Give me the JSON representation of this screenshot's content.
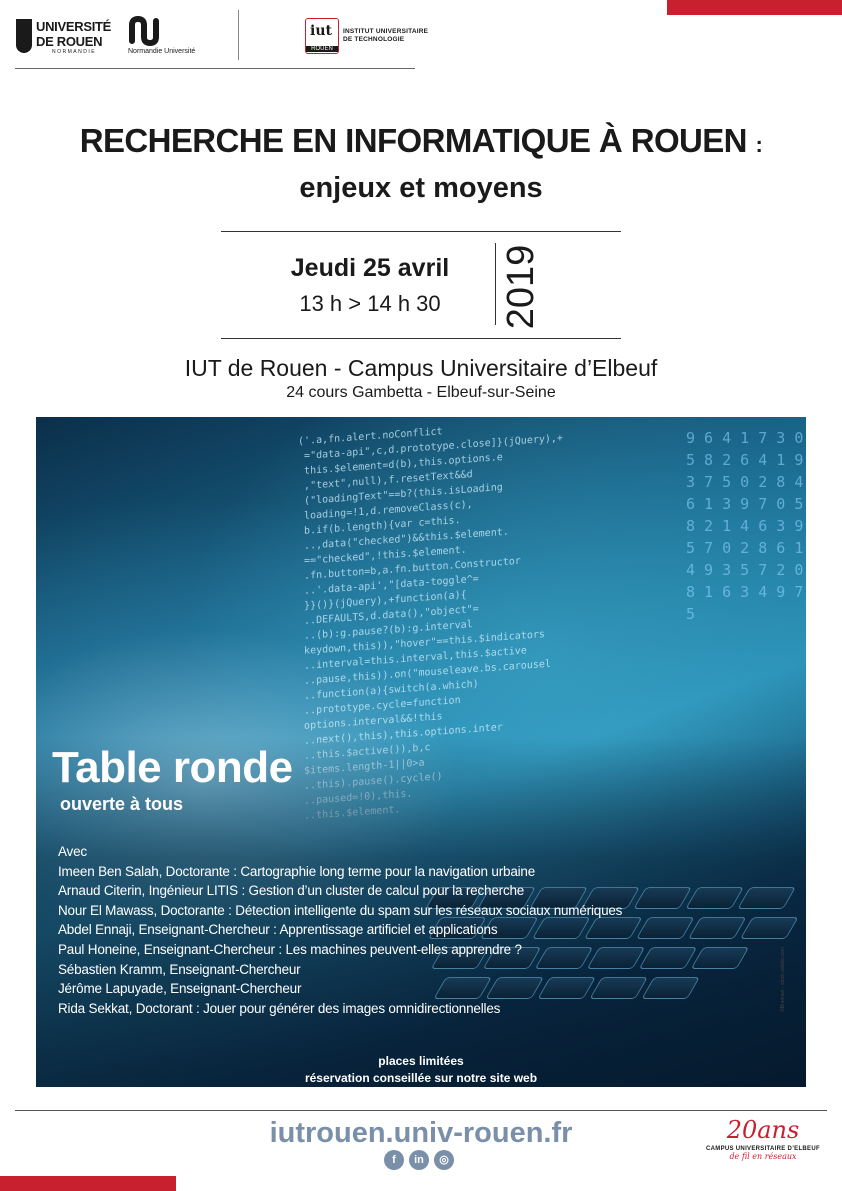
{
  "header": {
    "univ_line1": "UNIVERSITÉ",
    "univ_line2": "DE ROUEN",
    "univ_line3": "NORMANDIE",
    "nu_label": "Normandie Université",
    "iut_short": "iut",
    "iut_rouen": "ROUEN",
    "iut_line1": "INSTITUT UNIVERSITAIRE",
    "iut_line2": "DE TECHNOLOGIE"
  },
  "title": {
    "line1": "RECHERCHE EN INFORMATIQUE À ROUEN",
    "colon": ":",
    "line2": "enjeux et moyens"
  },
  "event": {
    "date": "Jeudi 25 avril",
    "time": "13 h > 14 h 30",
    "year": "2019",
    "venue": "IUT de Rouen - Campus Universitaire d’Elbeuf",
    "address": "24 cours Gambetta - Elbeuf-sur-Seine"
  },
  "table_ronde": {
    "title": "Table ronde",
    "subtitle": "ouverte à tous",
    "intro": "Avec",
    "speakers": [
      "Imeen Ben Salah, Doctorante : Cartographie long terme pour la navigation urbaine",
      "Arnaud Citerin, Ingénieur LITIS : Gestion d’un cluster de calcul pour la recherche",
      "Nour El Mawass, Doctorante : Détection intelligente du spam sur les réseaux sociaux numériques",
      "Abdel Ennaji, Enseignant-Chercheur : Apprentissage artificiel et applications",
      "Paul Honeine, Enseignant-Chercheur : Les machines peuvent-elles apprendre ?",
      "Sébastien Kramm, Enseignant-Chercheur",
      "Jérôme Lapuyade, Enseignant-Chercheur",
      "Rida Sekkat, Doctorant : Jouer pour générer des images omnidirectionnelles"
    ],
    "places_line1": "places limitées",
    "places_line2": "réservation conseillée sur notre site web",
    "photo_credit": "©Brannan - stock.adobe.com"
  },
  "footer": {
    "url": "iutrouen.univ-rouen.fr",
    "social": [
      "f",
      "in",
      "◎"
    ],
    "anniv_big": "20ans",
    "anniv_line1": "CAMPUS UNIVERSITAIRE D’ELBEUF",
    "anniv_line2": "de fil en réseaux"
  },
  "colors": {
    "accent_red": "#c8202f",
    "url_blue_grey": "#7a8fa8"
  },
  "icons": [
    "facebook-icon",
    "linkedin-icon",
    "instagram-icon"
  ]
}
